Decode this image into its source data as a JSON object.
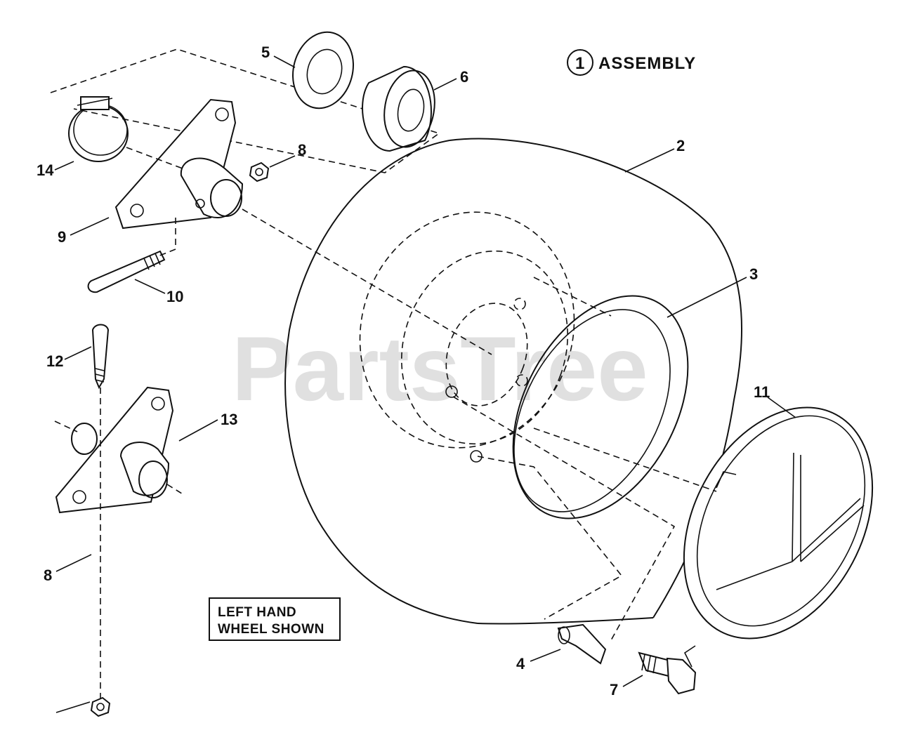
{
  "diagram": {
    "title_number": "1",
    "title_text": "ASSEMBLY",
    "watermark": "PartsTree",
    "note_lines": [
      "LEFT HAND",
      "WHEEL SHOWN"
    ],
    "callouts": {
      "c2": "2",
      "c3": "3",
      "c4": "4",
      "c5": "5",
      "c6": "6",
      "c7": "7",
      "c8a": "8",
      "c8b": "8",
      "c9": "9",
      "c10": "10",
      "c11": "11",
      "c12": "12",
      "c13": "13",
      "c14": "14"
    }
  }
}
